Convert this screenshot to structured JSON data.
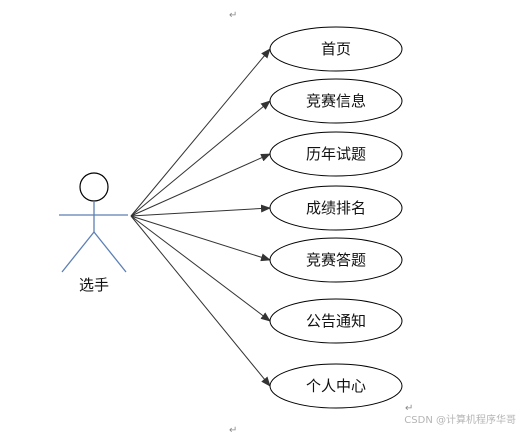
{
  "actor": {
    "label": "选手"
  },
  "use_cases": [
    {
      "label": "首页"
    },
    {
      "label": "竞赛信息"
    },
    {
      "label": "历年试题"
    },
    {
      "label": "成绩排名"
    },
    {
      "label": "竞赛答题"
    },
    {
      "label": "公告通知"
    },
    {
      "label": "个人中心"
    }
  ],
  "paragraph_mark": "↵",
  "watermark": "CSDN @计算机程序华哥",
  "colors": {
    "actor_line": "#5b7fb5",
    "stroke": "#000000",
    "arrow": "#333333"
  }
}
